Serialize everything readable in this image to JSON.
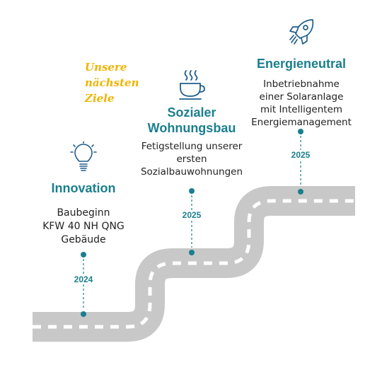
{
  "heading": {
    "lines": [
      "Unsere",
      "nächsten",
      "Ziele"
    ]
  },
  "milestones": [
    {
      "icon": "lightbulb-icon",
      "title": "Innovation",
      "lines": [
        "Baubeginn",
        "KFW 40 NH QNG",
        "Gebäude"
      ],
      "year": "2024"
    },
    {
      "icon": "coffee-cup-icon",
      "title_lines": [
        "Sozialer",
        "Wohnungsbau"
      ],
      "lines": [
        "Fetigstellung unserer",
        "ersten",
        "Sozialbauwohnungen"
      ],
      "year": "2025"
    },
    {
      "icon": "rocket-icon",
      "title": "Energieneutral",
      "lines": [
        "Inbetriebnahme",
        "einer Solaranlage",
        "mit Intelligentem",
        "Energiemanagement"
      ],
      "year": "2025"
    }
  ],
  "colors": {
    "accent": "#1a7f8e",
    "heading": "#f0b400",
    "road": "#c8c8c8",
    "icon": "#1f5f8b"
  }
}
